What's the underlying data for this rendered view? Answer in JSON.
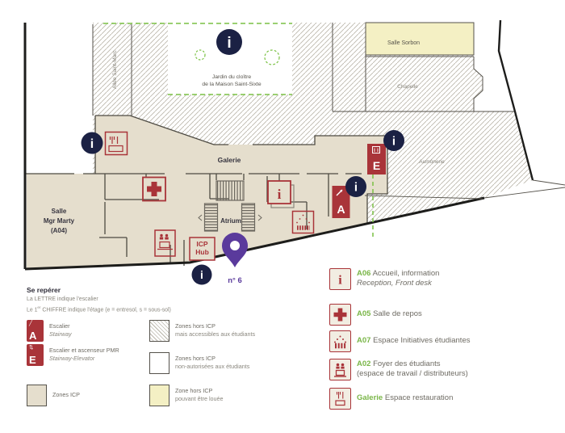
{
  "map": {
    "street": "Allée Saint-Marc",
    "garden_line1": "Jardin du cloître",
    "garden_line2": "de la Maison Saint-Sixte",
    "salle_sorbon": "Salle Sorbon",
    "chapelle": "Chapelle",
    "aumonerie": "Aumônerie",
    "galerie": "Galerie",
    "atrium": "Atrium",
    "marty_line1": "Salle",
    "marty_line2": "Mgr Marty",
    "marty_line3": "(A04)",
    "hub_line1": "ICP",
    "hub_line2": "Hub",
    "pin_label": "n° 6",
    "stair_a": "A",
    "stair_e": "E"
  },
  "icons": {
    "info_glyph": "i",
    "pencil_glyph": "╱",
    "elevator_glyph": "⇅"
  },
  "legend_left": {
    "title": "Se repérer",
    "line1": "La LETTRE indique l'escalier",
    "line2_pre": "Le 1",
    "line2_sup": "er",
    "line2_post": " CHIFFRE indique l'étage (e = entresol, s = sous-sol)",
    "stairway": {
      "letter": "A",
      "fr": "Escalier",
      "en": "Stairway"
    },
    "elevator": {
      "letter": "E",
      "fr": "Escalier et ascenseur PMR",
      "en": "Stairway-Elevator"
    },
    "zones_icp": "Zones ICP"
  },
  "legend_zones": [
    {
      "line1": "Zones hors ICP",
      "line2": "mais accessibles aux étudiants"
    },
    {
      "line1": "Zones hors ICP",
      "line2": "non-autorisées aux étudiants"
    },
    {
      "line1": "Zone hors ICP",
      "line2": "pouvant être louée"
    }
  ],
  "legend_right": [
    {
      "code": "A06",
      "label": "Accueil, information",
      "sub": "Reception, Front desk"
    },
    {
      "code": "A05",
      "label": "Salle de repos"
    },
    {
      "code": "A07",
      "label": "Espace Initiatives étudiantes"
    },
    {
      "code": "A02",
      "label": "Foyer des étudiants",
      "sub": "(espace de travail / distributeurs)"
    },
    {
      "code": "Galerie",
      "label": "Espace restauration"
    }
  ],
  "colors": {
    "accent_red": "#a93439",
    "navy": "#1b2144",
    "green_code": "#7ab648",
    "purple": "#5a3a9c",
    "beige_icp": "#e5decd",
    "yellow_zone": "#f4f0c4",
    "path_green": "#7ac143"
  }
}
